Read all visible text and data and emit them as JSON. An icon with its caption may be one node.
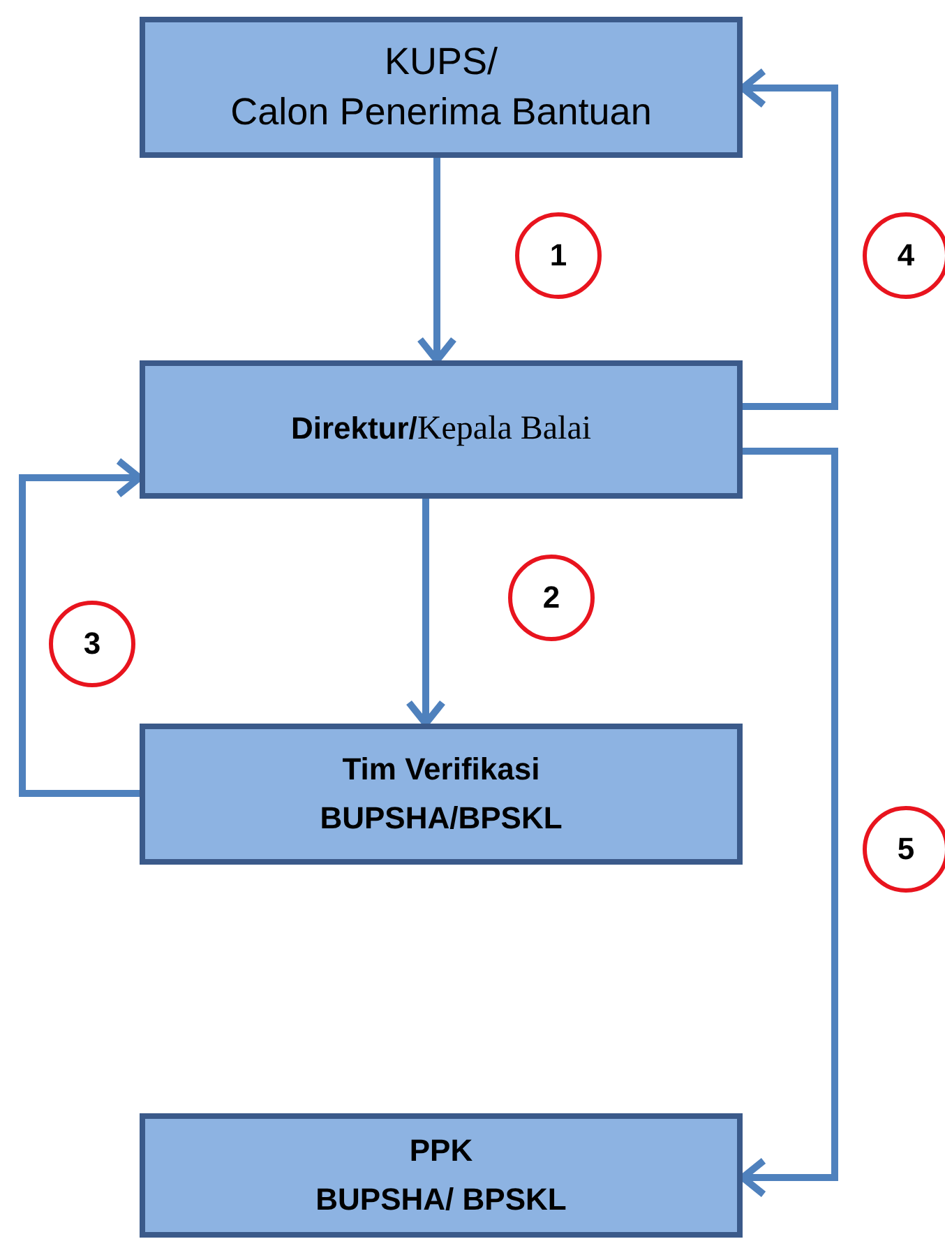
{
  "diagram": {
    "nodes": [
      {
        "text": [
          "KUPS/",
          "Calon Penerima Bantuan"
        ]
      },
      {
        "text": [
          "**Direktur/**Kepala Balai"
        ]
      },
      {
        "text": [
          "Tim Verifikasi",
          "BUPSHA/BPSKL"
        ]
      },
      {
        "text": [
          "PPK",
          "BUPSHA/ BPSKL"
        ]
      }
    ],
    "edges": [
      {
        "from": 0,
        "to": 1,
        "arrow": "to",
        "label": "1"
      },
      {
        "from": 1,
        "to": 2,
        "arrow": "to",
        "label": "2"
      },
      {
        "from": 2,
        "to": 1,
        "arrow": "to",
        "label": "3"
      },
      {
        "from": 1,
        "to": 0,
        "arrow": "to",
        "label": "4"
      },
      {
        "from": 1,
        "to": 3,
        "arrow": "to",
        "label": "5"
      }
    ]
  }
}
